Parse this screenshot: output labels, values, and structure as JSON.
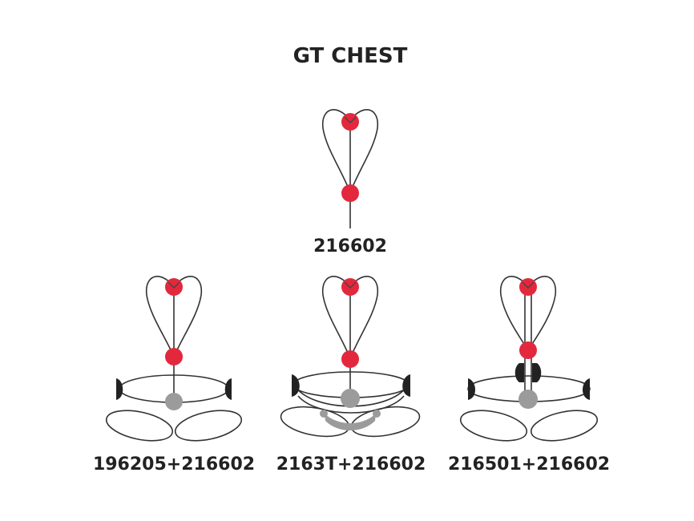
{
  "title": "GT CHEST",
  "colors": {
    "red": "#e3283d",
    "gray": "#9b9b9b",
    "black": "#222222",
    "line": "#333333"
  },
  "icons": [
    "red-ring-node",
    "gray-ring-node",
    "black-clamp"
  ],
  "items": [
    {
      "label": "216602",
      "variant": "harness-only"
    },
    {
      "label": "196205+216602",
      "variant": "chest-strap-with-leg-loops"
    },
    {
      "label": "2163T+216602",
      "variant": "chest-strap-with-seat-bridge"
    },
    {
      "label": "216501+216602",
      "variant": "chest-strap-with-back-clip"
    }
  ]
}
